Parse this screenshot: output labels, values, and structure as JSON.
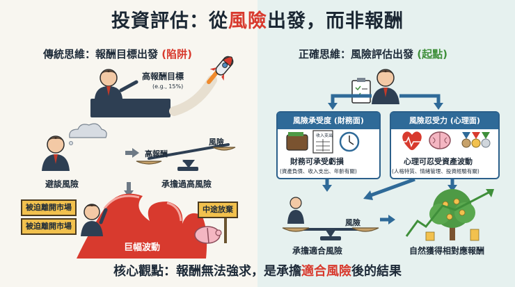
{
  "title": {
    "before": "投資評估：從",
    "highlight": "風險",
    "after": "出發，而非報酬"
  },
  "left": {
    "heading": "傳統思維：報酬目標出發 ",
    "heading_tag": "(陷阱)",
    "target_label": "高報酬目標",
    "target_example": "(e.g., 15%)",
    "avoid_label": "避談風險",
    "scale_left": "高報酬",
    "scale_right": "風險",
    "overload_label": "承擔過高風險",
    "sign_forced_1": "被迫離開市場",
    "sign_forced_2": "被迫離開市場",
    "sign_give_up": "中途放棄",
    "wave_label": "巨幅波動"
  },
  "right": {
    "heading": "正確思維：風險評估出發 ",
    "heading_tag": "(起點)",
    "box1": {
      "header": "風險承受度 (財務面)",
      "line1": "財務可承受虧損",
      "line2": "(資產負債、收入支出、年齡有關)",
      "doc_label": "收入支出"
    },
    "box2": {
      "header": "風險忍受力 (心理面)",
      "line1": "心理可忍受資產波動",
      "line2": "(人格特質、情緒管理、投資經驗有關)"
    },
    "scale_right": "風險",
    "proper_label": "承擔適合風險",
    "result_label": "自然獲得相對應報酬"
  },
  "bottom": {
    "before": "核心觀點：報酬無法強求，是承擔",
    "highlight": "適合風險",
    "after": "後的結果"
  },
  "colors": {
    "accent_red": "#d83a2e",
    "accent_green": "#3f8f3a",
    "box_blue": "#2f6a98",
    "sign_yellow": "#f2c14e"
  }
}
